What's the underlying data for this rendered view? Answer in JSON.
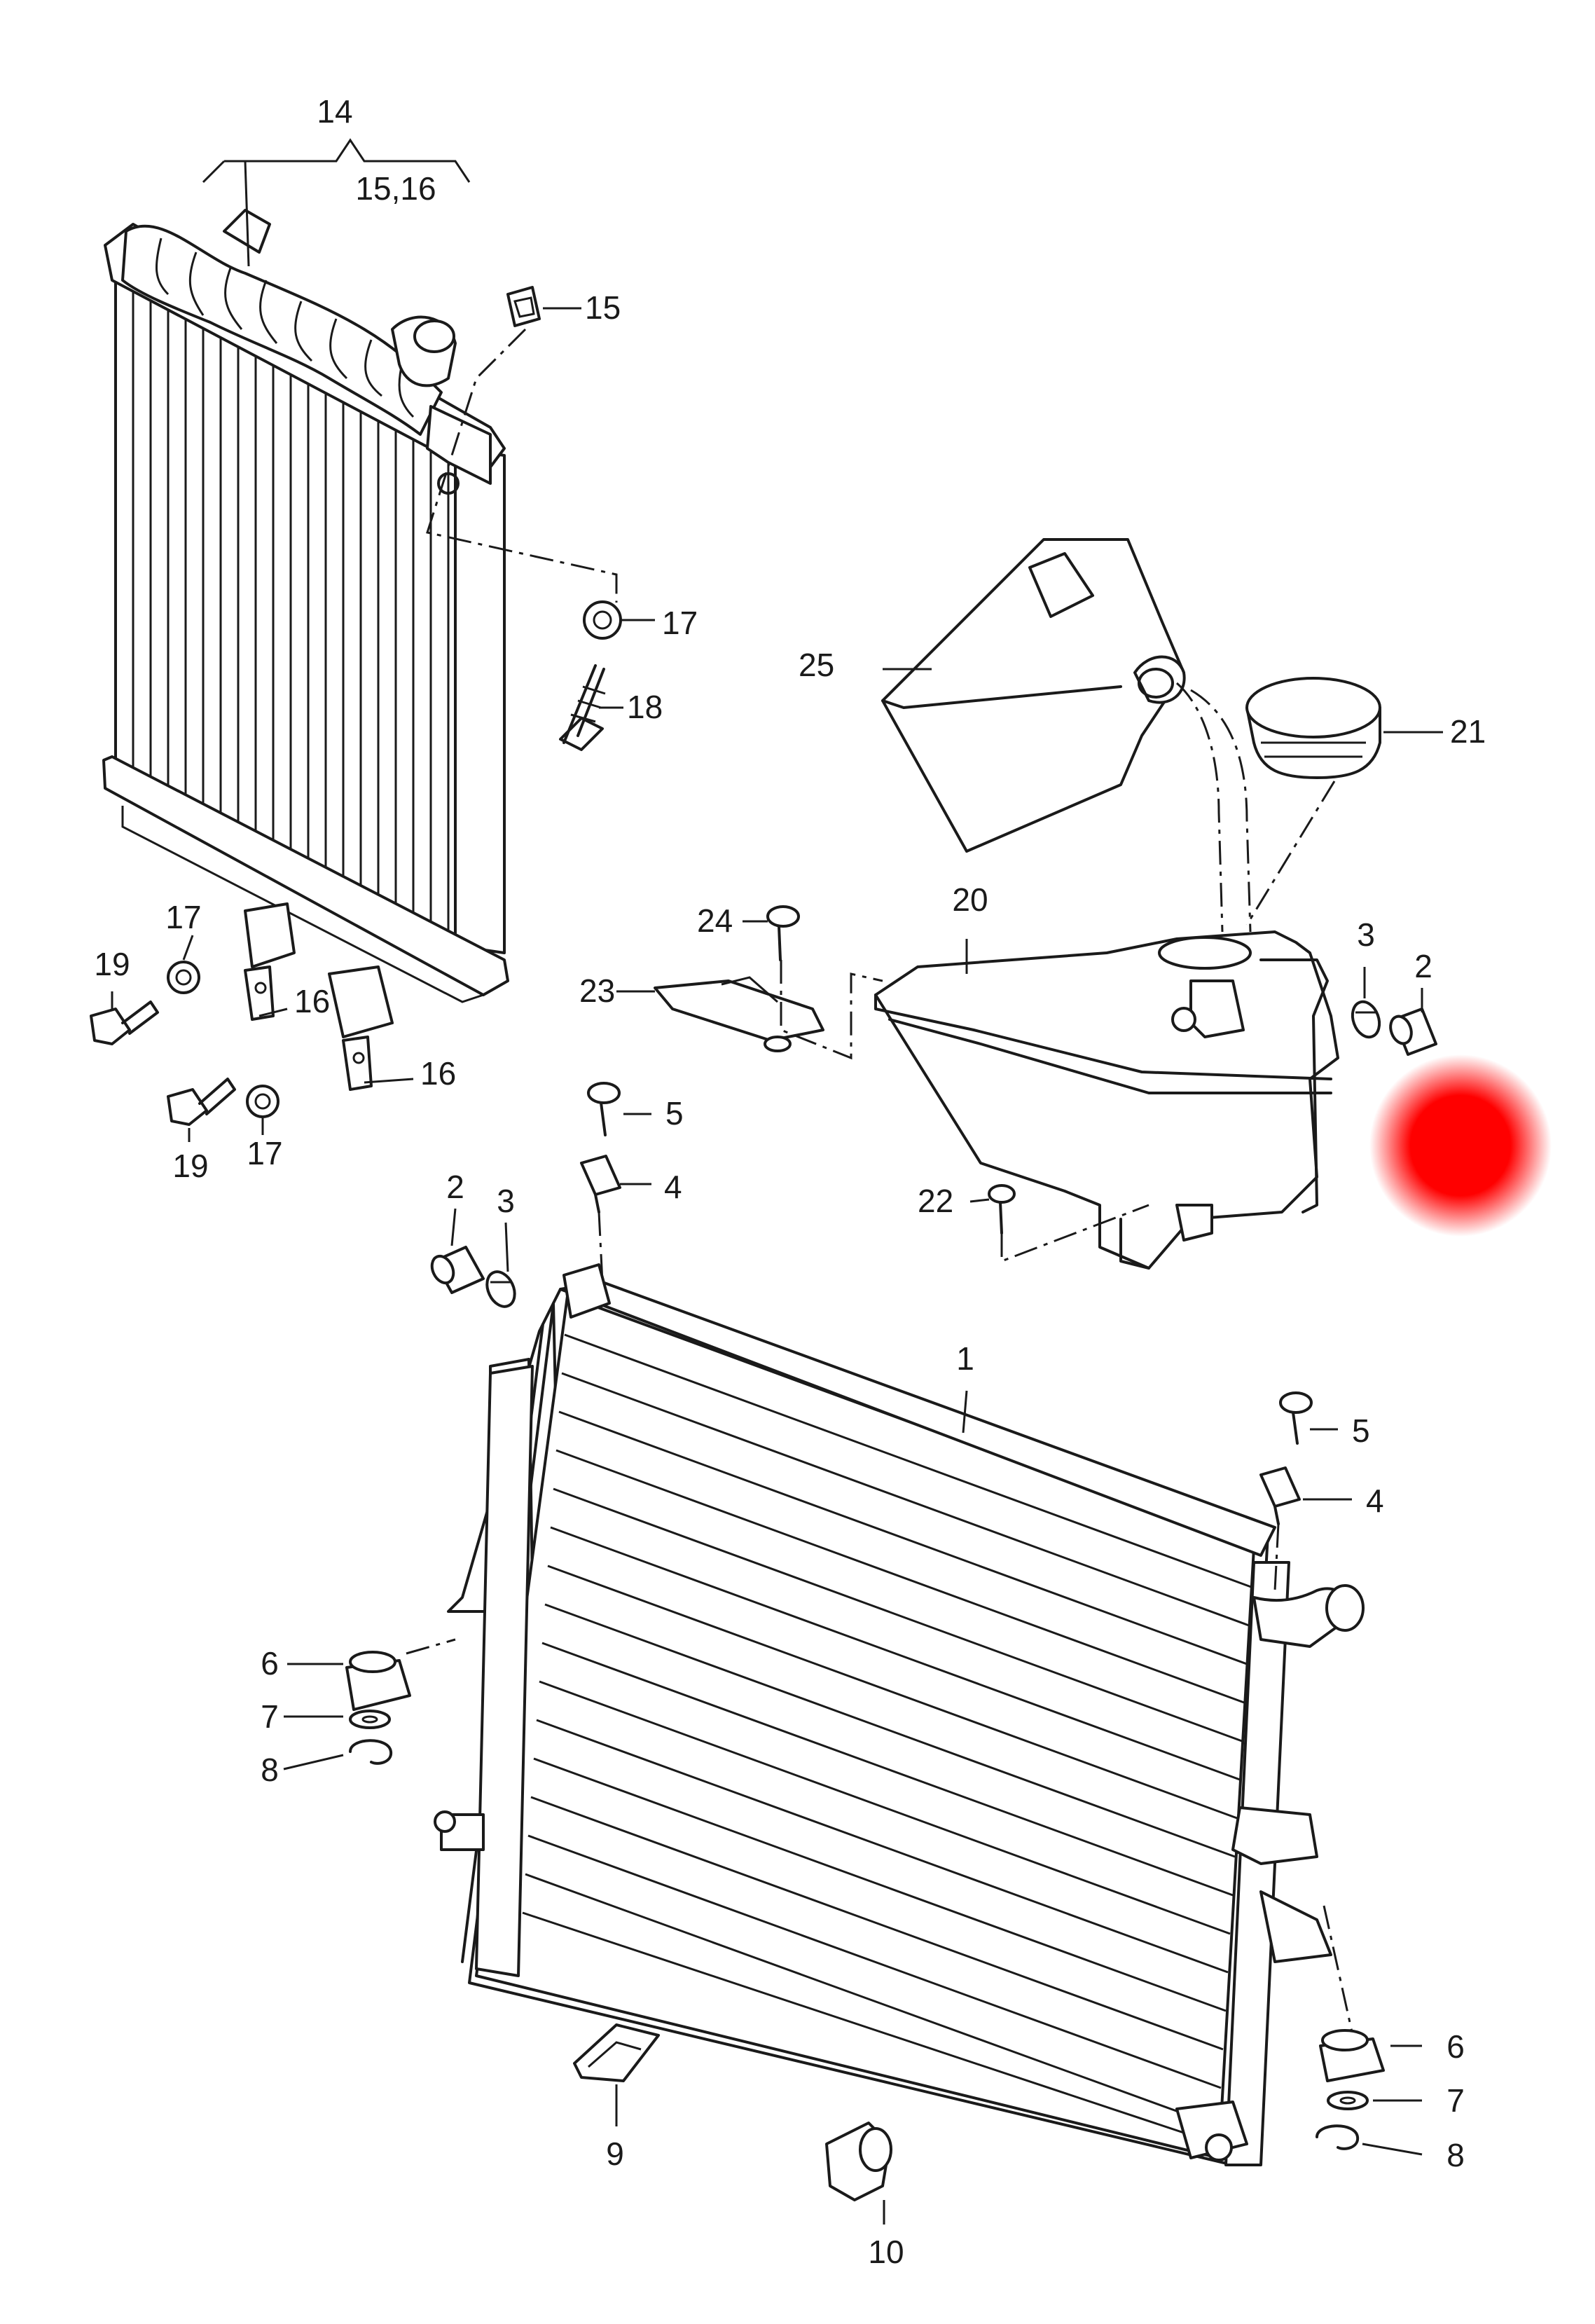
{
  "callouts": {
    "c1": "1",
    "c2a": "2",
    "c2b": "2",
    "c3a": "3",
    "c3b": "3",
    "c4a": "4",
    "c4b": "4",
    "c5a": "5",
    "c5b": "5",
    "c6a": "6",
    "c6b": "6",
    "c7a": "7",
    "c7b": "7",
    "c8a": "8",
    "c8b": "8",
    "c9": "9",
    "c10": "10",
    "c14": "14",
    "c1516": "15,16",
    "c15": "15",
    "c16a": "16",
    "c16b": "16",
    "c17a": "17",
    "c17b": "17",
    "c17c": "17",
    "c18": "18",
    "c19a": "19",
    "c19b": "19",
    "c20": "20",
    "c21": "21",
    "c22": "22",
    "c23": "23",
    "c24": "24",
    "c25": "25"
  },
  "colors": {
    "line": "#1a1a1a",
    "marker": "#ff0000",
    "background": "#ffffff"
  }
}
